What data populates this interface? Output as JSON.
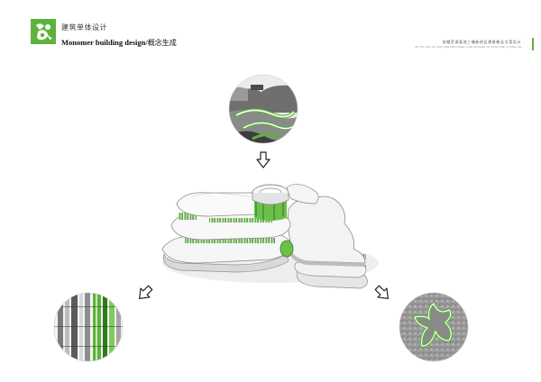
{
  "header": {
    "title_cn": "建筑单体设计",
    "title_en": "Monomer building design/",
    "title_en_cn": "概念生成"
  },
  "project": {
    "title_cn": "安徽芜湖某地三幢新校区建筑概念方案设计",
    "title_en": "AN HUI WU HU SAN JIAN SHE DONG LIAN CHUANG YE YUAN SHE JI FANG AN"
  },
  "colors": {
    "accent_green": "#5db33b",
    "dark_green": "#2d7a1f"
  },
  "icons": {
    "logo": "brand-logo-icon",
    "arrow": "hollow-arrow-icon"
  }
}
